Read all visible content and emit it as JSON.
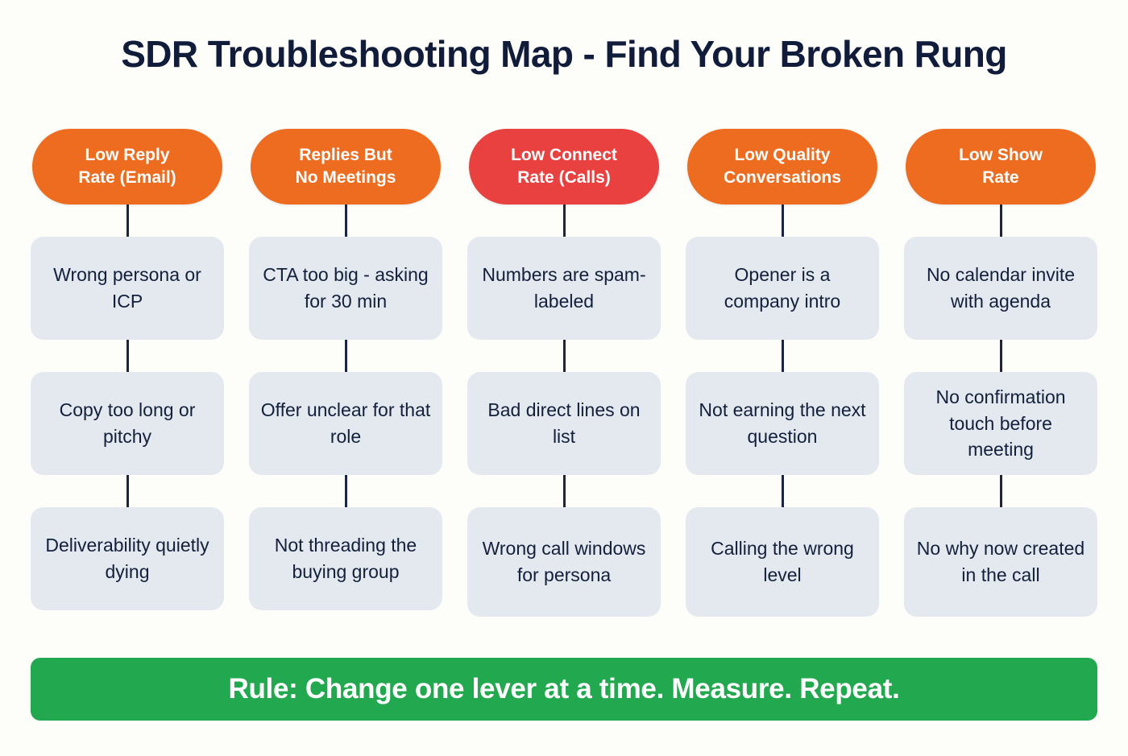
{
  "title": "SDR Troubleshooting Map - Find Your Broken Rung",
  "colors": {
    "background": "#FDFDFA",
    "title_text": "#101C3A",
    "pill_orange": "#ED6C20",
    "pill_red": "#E8413F",
    "step_box": "#E4E8EF",
    "step_text": "#12203C",
    "connector": "#1B2540",
    "footer_green": "#22A84E",
    "footer_text": "#FFFFFF"
  },
  "columns": [
    {
      "header": "Low Reply\nRate (Email)",
      "header_line1": "Low Reply",
      "header_line2": "Rate (Email)",
      "header_color": "orange",
      "steps": [
        "Wrong persona or ICP",
        "Copy too long or pitchy",
        "Deliverability quietly dying"
      ]
    },
    {
      "header": "Replies But\nNo Meetings",
      "header_line1": "Replies But",
      "header_line2": "No Meetings",
      "header_color": "orange",
      "steps": [
        "CTA too big - asking for 30 min",
        "Offer unclear for that role",
        "Not threading the buying group"
      ]
    },
    {
      "header": "Low Connect\nRate (Calls)",
      "header_line1": "Low Connect",
      "header_line2": "Rate (Calls)",
      "header_color": "red",
      "steps": [
        "Numbers are spam-labeled",
        "Bad direct lines on list",
        "Wrong call windows for persona"
      ]
    },
    {
      "header": "Low Quality\nConversations",
      "header_line1": "Low Quality",
      "header_line2": "Conversations",
      "header_color": "orange",
      "steps": [
        "Opener is a company intro",
        "Not earning the next question",
        "Calling the wrong level"
      ]
    },
    {
      "header": "Low Show\nRate",
      "header_line1": "Low Show",
      "header_line2": "Rate",
      "header_color": "orange",
      "steps": [
        "No calendar invite with agenda",
        "No confirmation touch before meeting",
        "No why now created in the call"
      ]
    }
  ],
  "footer": {
    "text": "Rule: Change one lever at a time. Measure. Repeat."
  }
}
